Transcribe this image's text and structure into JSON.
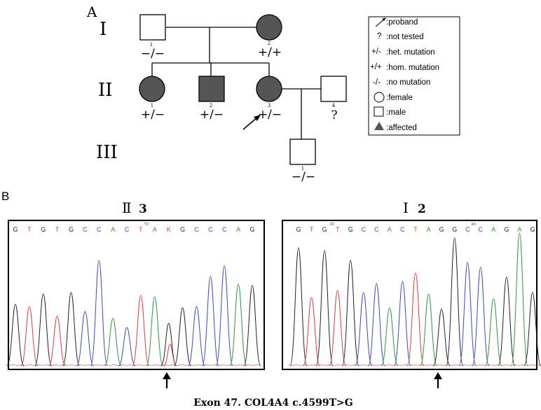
{
  "panel_a": {
    "label": "A",
    "generations": [
      "I",
      "II",
      "III"
    ],
    "individuals": [
      {
        "gen": "I",
        "num": "1",
        "sex": "male",
        "affected": false,
        "genotype": "−/−"
      },
      {
        "gen": "I",
        "num": "2",
        "sex": "female",
        "affected": true,
        "genotype": "+/+"
      },
      {
        "gen": "II",
        "num": "1",
        "sex": "female",
        "affected": true,
        "genotype": "+/−"
      },
      {
        "gen": "II",
        "num": "2",
        "sex": "male",
        "affected": true,
        "genotype": "+/−"
      },
      {
        "gen": "II",
        "num": "3",
        "sex": "female",
        "affected": true,
        "genotype": "+/−"
      },
      {
        "gen": "II",
        "num": "4",
        "sex": "male",
        "affected": false,
        "genotype": "?"
      },
      {
        "gen": "III",
        "num": "1",
        "sex": "male",
        "affected": false,
        "genotype": "−/−"
      }
    ],
    "legend": [
      {
        "symbol": "arrow",
        "text": ":proband"
      },
      {
        "symbol": "?",
        "text": ":not tested"
      },
      {
        "symbol": "+/-",
        "text": ":het. mutation"
      },
      {
        "symbol": "+/+",
        "text": ":hom. mutation"
      },
      {
        "symbol": "-/-",
        "text": ":no mutation"
      },
      {
        "symbol": "circle",
        "text": ":female"
      },
      {
        "symbol": "square",
        "text": ":male"
      },
      {
        "symbol": "triangle",
        "text": ":affected"
      }
    ]
  },
  "panel_b": {
    "label": "B",
    "left": {
      "title_roman": "Ⅱ",
      "title_num": "3",
      "sequence": [
        "G",
        "T",
        "G",
        "T",
        "G",
        "C",
        "C",
        "A",
        "C",
        "T",
        "A",
        "K",
        "G",
        "C",
        "C",
        "C",
        "A",
        "G"
      ],
      "position_mark": "70"
    },
    "right": {
      "title_roman": "Ⅰ",
      "title_num": "2",
      "sequence": [
        "G",
        "T",
        "G",
        "T",
        "G",
        "C",
        "C",
        "A",
        "C",
        "T",
        "A",
        "G",
        "G",
        "C",
        "C",
        "A",
        "G",
        "A",
        "G"
      ],
      "position_marks": [
        "30",
        "40"
      ]
    },
    "caption": "Exon 47.  COL4A4 c.4599T>G"
  },
  "colors": {
    "G": "#222222",
    "T": "#e23b3b",
    "C": "#3a48c8",
    "A": "#2a9a3a",
    "K": "#b233b2",
    "affected": "#555555"
  }
}
